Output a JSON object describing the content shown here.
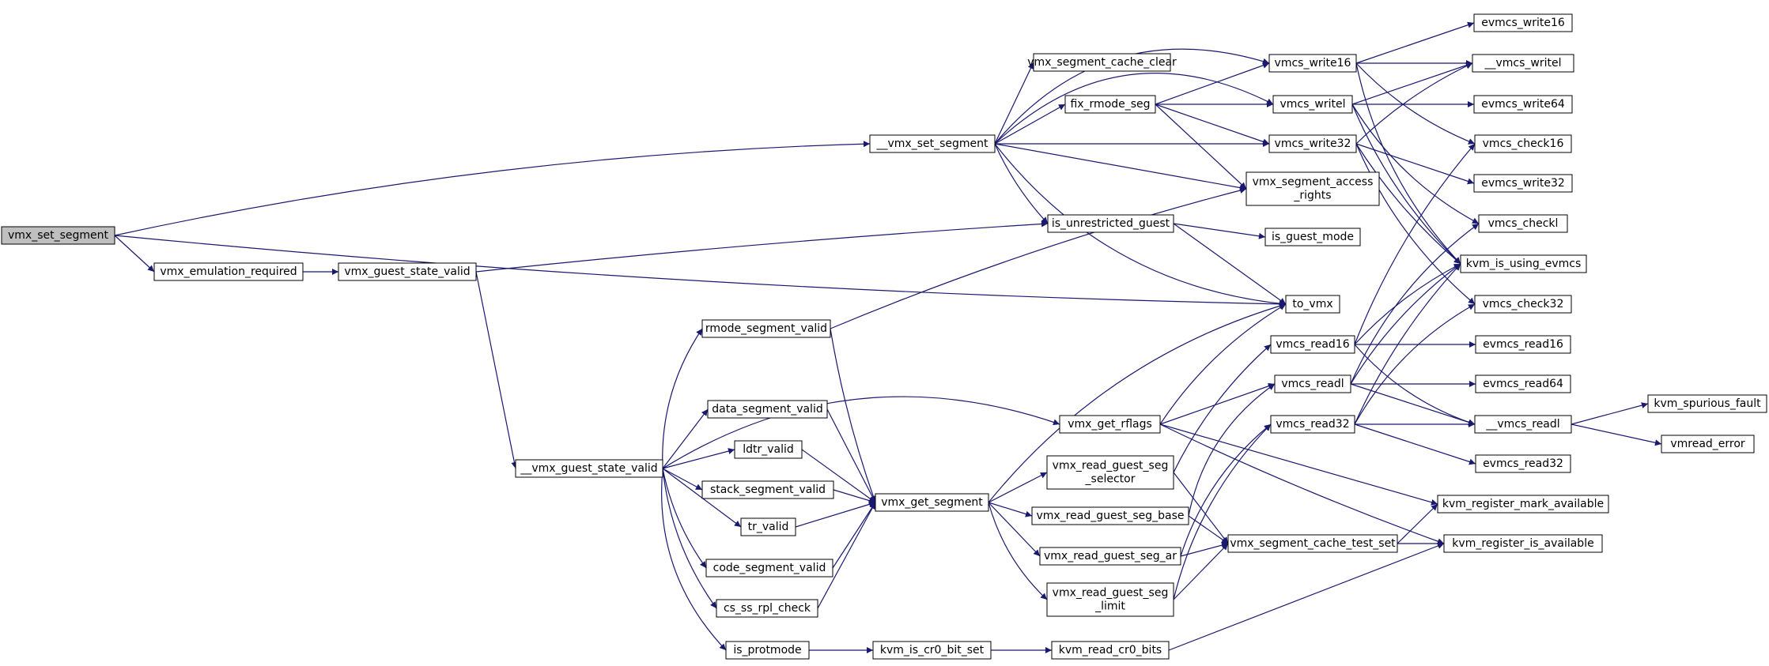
{
  "colors": {
    "edge": "#191970",
    "node_border": "#000000",
    "node_fill": "#ffffff",
    "root_fill": "#bfbfbf"
  },
  "nodes": {
    "vmx_set_segment": [
      "vmx_set_segment"
    ],
    "vmx_emulation_required": [
      "vmx_emulation_required"
    ],
    "vmx_guest_state_valid": [
      "vmx_guest_state_valid"
    ],
    "__vmx_set_segment": [
      "__vmx_set_segment"
    ],
    "__vmx_guest_state_valid": [
      "__vmx_guest_state_valid"
    ],
    "vmx_segment_cache_clear": [
      "vmx_segment_cache_clear"
    ],
    "fix_rmode_seg": [
      "fix_rmode_seg"
    ],
    "is_unrestricted_guest": [
      "is_unrestricted_guest"
    ],
    "rmode_segment_valid": [
      "rmode_segment_valid"
    ],
    "data_segment_valid": [
      "data_segment_valid"
    ],
    "ldtr_valid": [
      "ldtr_valid"
    ],
    "stack_segment_valid": [
      "stack_segment_valid"
    ],
    "tr_valid": [
      "tr_valid"
    ],
    "code_segment_valid": [
      "code_segment_valid"
    ],
    "cs_ss_rpl_check": [
      "cs_ss_rpl_check"
    ],
    "is_protmode": [
      "is_protmode"
    ],
    "vmx_get_segment": [
      "vmx_get_segment"
    ],
    "kvm_is_cr0_bit_set": [
      "kvm_is_cr0_bit_set"
    ],
    "kvm_read_cr0_bits": [
      "kvm_read_cr0_bits"
    ],
    "vmx_get_rflags": [
      "vmx_get_rflags"
    ],
    "vmx_read_guest_seg_selector": [
      "vmx_read_guest_seg",
      "_selector"
    ],
    "vmx_read_guest_seg_base": [
      "vmx_read_guest_seg_base"
    ],
    "vmx_read_guest_seg_ar": [
      "vmx_read_guest_seg_ar"
    ],
    "vmx_read_guest_seg_limit": [
      "vmx_read_guest_seg",
      "_limit"
    ],
    "vmcs_write16": [
      "vmcs_write16"
    ],
    "vmcs_writel": [
      "vmcs_writel"
    ],
    "vmcs_write32": [
      "vmcs_write32"
    ],
    "vmx_segment_access_rights": [
      "vmx_segment_access",
      "_rights"
    ],
    "is_guest_mode": [
      "is_guest_mode"
    ],
    "to_vmx": [
      "to_vmx"
    ],
    "vmcs_read16": [
      "vmcs_read16"
    ],
    "vmcs_readl": [
      "vmcs_readl"
    ],
    "vmcs_read32": [
      "vmcs_read32"
    ],
    "vmx_segment_cache_test_set": [
      "vmx_segment_cache_test_set"
    ],
    "evmcs_write16": [
      "evmcs_write16"
    ],
    "__vmcs_writel": [
      "__vmcs_writel"
    ],
    "evmcs_write64": [
      "evmcs_write64"
    ],
    "vmcs_check16": [
      "vmcs_check16"
    ],
    "evmcs_write32": [
      "evmcs_write32"
    ],
    "vmcs_checkl": [
      "vmcs_checkl"
    ],
    "kvm_is_using_evmcs": [
      "kvm_is_using_evmcs"
    ],
    "vmcs_check32": [
      "vmcs_check32"
    ],
    "evmcs_read16": [
      "evmcs_read16"
    ],
    "evmcs_read64": [
      "evmcs_read64"
    ],
    "__vmcs_readl": [
      "__vmcs_readl"
    ],
    "evmcs_read32": [
      "evmcs_read32"
    ],
    "kvm_register_mark_available": [
      "kvm_register_mark_available"
    ],
    "kvm_register_is_available": [
      "kvm_register_is_available"
    ],
    "kvm_spurious_fault": [
      "kvm_spurious_fault"
    ],
    "vmread_error": [
      "vmread_error"
    ]
  },
  "edges": [
    [
      "vmx_set_segment",
      "__vmx_set_segment"
    ],
    [
      "vmx_set_segment",
      "vmx_emulation_required"
    ],
    [
      "vmx_set_segment",
      "to_vmx"
    ],
    [
      "vmx_emulation_required",
      "vmx_guest_state_valid"
    ],
    [
      "vmx_guest_state_valid",
      "is_unrestricted_guest"
    ],
    [
      "vmx_guest_state_valid",
      "__vmx_guest_state_valid"
    ],
    [
      "__vmx_set_segment",
      "vmcs_write16"
    ],
    [
      "__vmx_set_segment",
      "vmcs_writel"
    ],
    [
      "__vmx_set_segment",
      "vmx_segment_cache_clear"
    ],
    [
      "__vmx_set_segment",
      "fix_rmode_seg"
    ],
    [
      "__vmx_set_segment",
      "vmcs_write32"
    ],
    [
      "__vmx_set_segment",
      "vmx_segment_access_rights"
    ],
    [
      "__vmx_set_segment",
      "is_unrestricted_guest"
    ],
    [
      "__vmx_set_segment",
      "to_vmx"
    ],
    [
      "fix_rmode_seg",
      "vmcs_write16"
    ],
    [
      "fix_rmode_seg",
      "vmcs_writel"
    ],
    [
      "fix_rmode_seg",
      "vmcs_write32"
    ],
    [
      "fix_rmode_seg",
      "vmx_segment_access_rights"
    ],
    [
      "is_unrestricted_guest",
      "is_guest_mode"
    ],
    [
      "is_unrestricted_guest",
      "to_vmx"
    ],
    [
      "__vmx_guest_state_valid",
      "rmode_segment_valid"
    ],
    [
      "__vmx_guest_state_valid",
      "vmx_get_rflags"
    ],
    [
      "__vmx_guest_state_valid",
      "data_segment_valid"
    ],
    [
      "__vmx_guest_state_valid",
      "ldtr_valid"
    ],
    [
      "__vmx_guest_state_valid",
      "stack_segment_valid"
    ],
    [
      "__vmx_guest_state_valid",
      "tr_valid"
    ],
    [
      "__vmx_guest_state_valid",
      "code_segment_valid"
    ],
    [
      "__vmx_guest_state_valid",
      "cs_ss_rpl_check"
    ],
    [
      "__vmx_guest_state_valid",
      "is_protmode"
    ],
    [
      "rmode_segment_valid",
      "vmx_segment_access_rights"
    ],
    [
      "rmode_segment_valid",
      "vmx_get_segment"
    ],
    [
      "data_segment_valid",
      "vmx_get_segment"
    ],
    [
      "ldtr_valid",
      "vmx_get_segment"
    ],
    [
      "stack_segment_valid",
      "vmx_get_segment"
    ],
    [
      "tr_valid",
      "vmx_get_segment"
    ],
    [
      "code_segment_valid",
      "vmx_get_segment"
    ],
    [
      "cs_ss_rpl_check",
      "vmx_get_segment"
    ],
    [
      "is_protmode",
      "kvm_is_cr0_bit_set"
    ],
    [
      "kvm_is_cr0_bit_set",
      "kvm_read_cr0_bits"
    ],
    [
      "kvm_read_cr0_bits",
      "kvm_register_is_available"
    ],
    [
      "vmx_get_segment",
      "to_vmx"
    ],
    [
      "vmx_get_segment",
      "vmx_read_guest_seg_selector"
    ],
    [
      "vmx_get_segment",
      "vmx_read_guest_seg_base"
    ],
    [
      "vmx_get_segment",
      "vmx_read_guest_seg_ar"
    ],
    [
      "vmx_get_segment",
      "vmx_read_guest_seg_limit"
    ],
    [
      "vmx_get_rflags",
      "to_vmx"
    ],
    [
      "vmx_get_rflags",
      "vmcs_readl"
    ],
    [
      "vmx_get_rflags",
      "kvm_register_mark_available"
    ],
    [
      "vmx_get_rflags",
      "kvm_register_is_available"
    ],
    [
      "vmx_read_guest_seg_selector",
      "vmcs_read16"
    ],
    [
      "vmx_read_guest_seg_selector",
      "vmx_segment_cache_test_set"
    ],
    [
      "vmx_read_guest_seg_base",
      "vmcs_readl"
    ],
    [
      "vmx_read_guest_seg_base",
      "vmx_segment_cache_test_set"
    ],
    [
      "vmx_read_guest_seg_ar",
      "vmcs_read32"
    ],
    [
      "vmx_read_guest_seg_ar",
      "vmx_segment_cache_test_set"
    ],
    [
      "vmx_read_guest_seg_limit",
      "vmcs_read32"
    ],
    [
      "vmx_read_guest_seg_limit",
      "vmx_segment_cache_test_set"
    ],
    [
      "vmx_segment_cache_test_set",
      "kvm_register_mark_available"
    ],
    [
      "vmx_segment_cache_test_set",
      "kvm_register_is_available"
    ],
    [
      "vmcs_write16",
      "evmcs_write16"
    ],
    [
      "vmcs_write16",
      "__vmcs_writel"
    ],
    [
      "vmcs_write16",
      "vmcs_check16"
    ],
    [
      "vmcs_write16",
      "kvm_is_using_evmcs"
    ],
    [
      "vmcs_writel",
      "__vmcs_writel"
    ],
    [
      "vmcs_writel",
      "evmcs_write64"
    ],
    [
      "vmcs_writel",
      "vmcs_checkl"
    ],
    [
      "vmcs_writel",
      "kvm_is_using_evmcs"
    ],
    [
      "vmcs_write32",
      "__vmcs_writel"
    ],
    [
      "vmcs_write32",
      "evmcs_write32"
    ],
    [
      "vmcs_write32",
      "vmcs_check32"
    ],
    [
      "vmcs_write32",
      "kvm_is_using_evmcs"
    ],
    [
      "vmcs_read16",
      "vmcs_check16"
    ],
    [
      "vmcs_read16",
      "kvm_is_using_evmcs"
    ],
    [
      "vmcs_read16",
      "evmcs_read16"
    ],
    [
      "vmcs_read16",
      "__vmcs_readl"
    ],
    [
      "vmcs_readl",
      "vmcs_checkl"
    ],
    [
      "vmcs_readl",
      "kvm_is_using_evmcs"
    ],
    [
      "vmcs_readl",
      "evmcs_read64"
    ],
    [
      "vmcs_readl",
      "__vmcs_readl"
    ],
    [
      "vmcs_read32",
      "vmcs_check32"
    ],
    [
      "vmcs_read32",
      "kvm_is_using_evmcs"
    ],
    [
      "vmcs_read32",
      "__vmcs_readl"
    ],
    [
      "vmcs_read32",
      "evmcs_read32"
    ],
    [
      "__vmcs_readl",
      "kvm_spurious_fault"
    ],
    [
      "__vmcs_readl",
      "vmread_error"
    ]
  ]
}
